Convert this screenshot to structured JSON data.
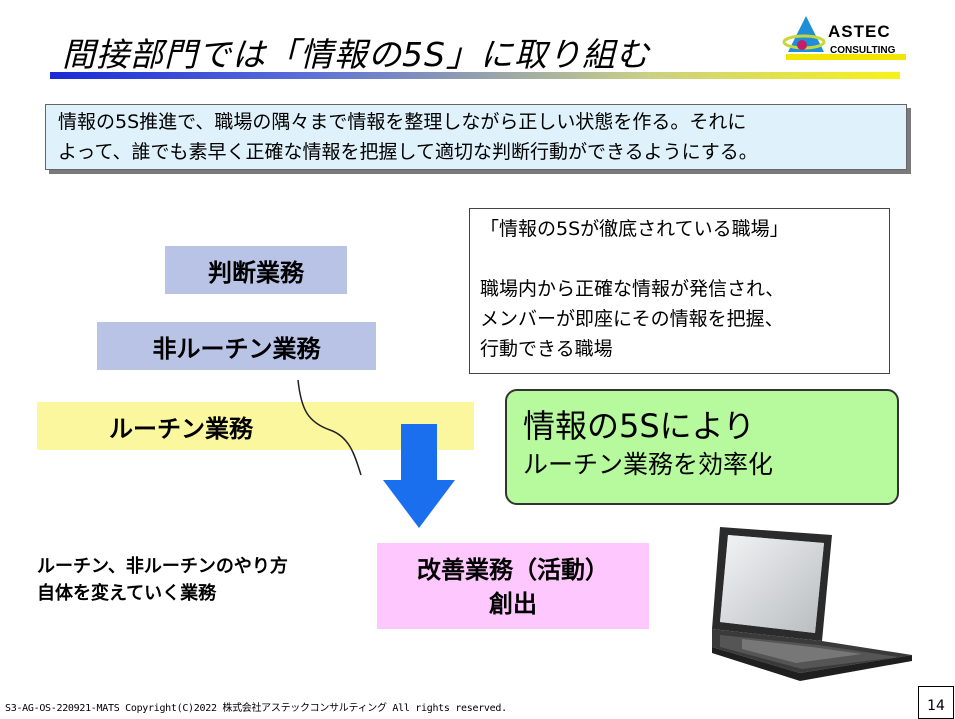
{
  "header": {
    "title": "間接部門では「情報の5S」に取り組む",
    "logo_name": "ASTEC",
    "logo_sub": "CONSULTING",
    "colors": {
      "bar_start": "#1a2ad6",
      "bar_end": "#f8f217"
    }
  },
  "summary": {
    "line1": "情報の5S推進で、職場の隅々まで情報を整理しながら正しい状態を作る。それに",
    "line2": "よって、誰でも素早く正確な情報を把握して適切な判断行動ができるようにする。"
  },
  "tiers": {
    "judgment": "判断業務",
    "non_routine": "非ルーチン業務",
    "routine": "ルーチン業務"
  },
  "definition": {
    "heading": "「情報の5Sが徹底されている職場」",
    "line1": "職場内から正確な情報が発信され、",
    "line2": "メンバーが即座にその情報を把握、",
    "line3": "行動できる職場"
  },
  "green_box": {
    "line1": "情報の5Sにより",
    "line2": "ルーチン業務を効率化"
  },
  "left_note": {
    "line1": "ルーチン、非ルーチンのやり方",
    "line2": "自体を変えていく業務"
  },
  "kaizen": {
    "line1": "改善業務（活動）",
    "line2": "創出"
  },
  "footer": {
    "text": "S3-AG-OS-220921-MATS  Copyright(C)2022  株式会社アステックコンサルティング   All rights reserved.",
    "page": "14"
  }
}
